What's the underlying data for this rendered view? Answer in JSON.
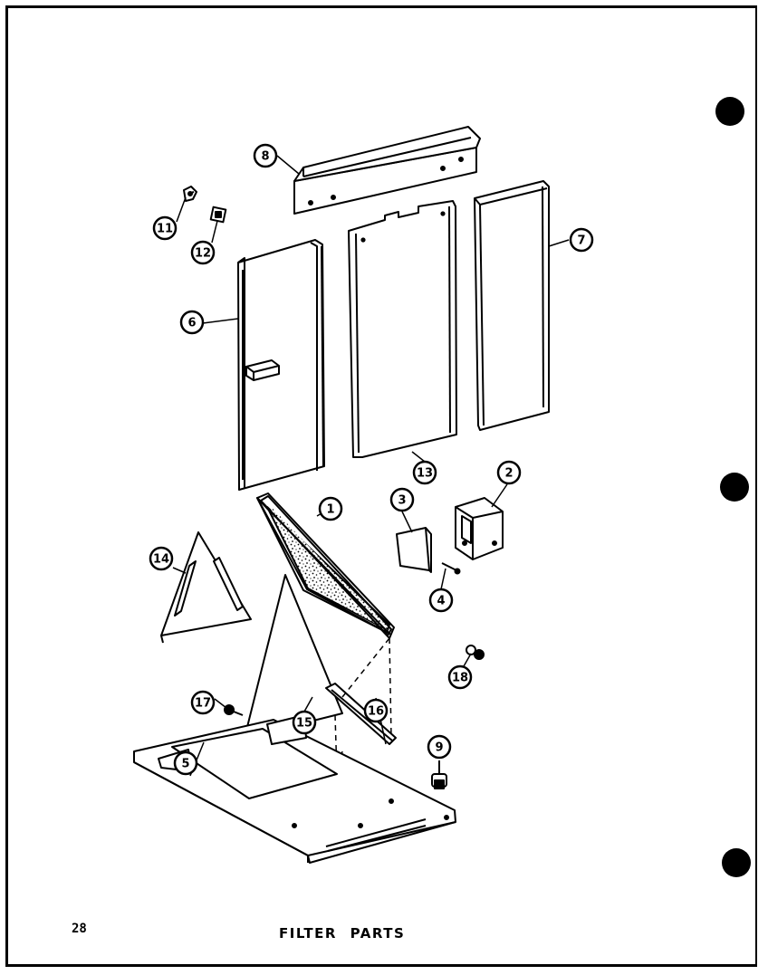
{
  "page": {
    "number": "28",
    "title": "FILTER PARTS"
  },
  "callouts": [
    {
      "id": "1"
    },
    {
      "id": "2"
    },
    {
      "id": "3"
    },
    {
      "id": "4"
    },
    {
      "id": "5"
    },
    {
      "id": "6"
    },
    {
      "id": "7"
    },
    {
      "id": "8"
    },
    {
      "id": "9"
    },
    {
      "id": "11"
    },
    {
      "id": "12"
    },
    {
      "id": "13"
    },
    {
      "id": "14"
    },
    {
      "id": "15"
    },
    {
      "id": "16"
    },
    {
      "id": "17"
    },
    {
      "id": "18"
    }
  ],
  "colors": {
    "ink": "#000000",
    "paper": "#ffffff"
  }
}
